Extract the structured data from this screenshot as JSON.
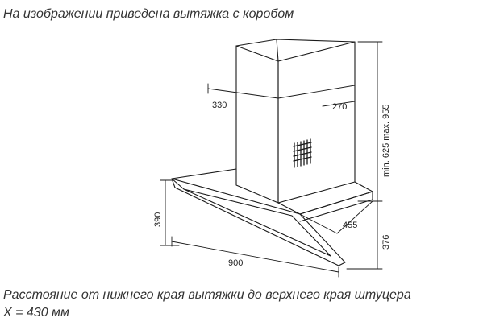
{
  "captions": {
    "top": "На изображении приведена вытяжка с коробом",
    "bottom_line1": "Расстояние от нижнего края вытяжки до верхнего края штуцера",
    "bottom_line2": "X = 430 мм"
  },
  "dimensions": {
    "duct_width": "330",
    "duct_depth": "270",
    "duct_height": "min. 625 max. 955",
    "hood_height": "390",
    "hood_width": "900",
    "hood_depth": "455",
    "hood_total_height": "376"
  },
  "colors": {
    "line": "#1a1a1a",
    "text": "#222222"
  }
}
